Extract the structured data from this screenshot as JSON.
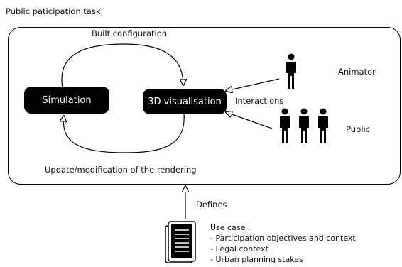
{
  "title": "Public paticipation task",
  "edges": {
    "top": "Built configuration",
    "bottom": "Update/modification of the rendering",
    "interactions": "Interactions",
    "defines": "Defines"
  },
  "nodes": {
    "simulation": "Simulation",
    "visualisation": "3D visualisation"
  },
  "actors": {
    "animator": "Animator",
    "public": "Public"
  },
  "use_case": {
    "title": "Use case :",
    "items": [
      "- Participation objectives and context",
      "- Legal context",
      "- Urban planning stakes"
    ]
  }
}
